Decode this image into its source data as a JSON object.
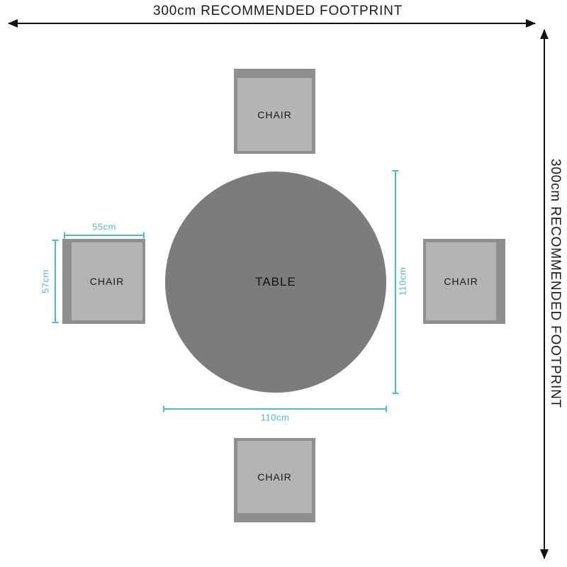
{
  "footprint": {
    "top_label": "300cm RECOMMENDED FOOTPRINT",
    "right_label": "300cm RECOMMENDED FOOTPRINT"
  },
  "table": {
    "label": "TABLE",
    "diameter_label_vertical": "110cm",
    "diameter_label_horizontal": "110cm"
  },
  "chairs": {
    "top": {
      "label": "CHAIR"
    },
    "left": {
      "label": "CHAIR",
      "width_label": "55cm",
      "depth_label": "57cm"
    },
    "right": {
      "label": "CHAIR"
    },
    "bottom": {
      "label": "CHAIR"
    }
  },
  "colors": {
    "table_fill": "#7c7c7c",
    "chair_seat": "#b4b4b4",
    "chair_frame": "#8f8f8f",
    "dimension": "#55b9c1",
    "arrow": "#111111"
  }
}
